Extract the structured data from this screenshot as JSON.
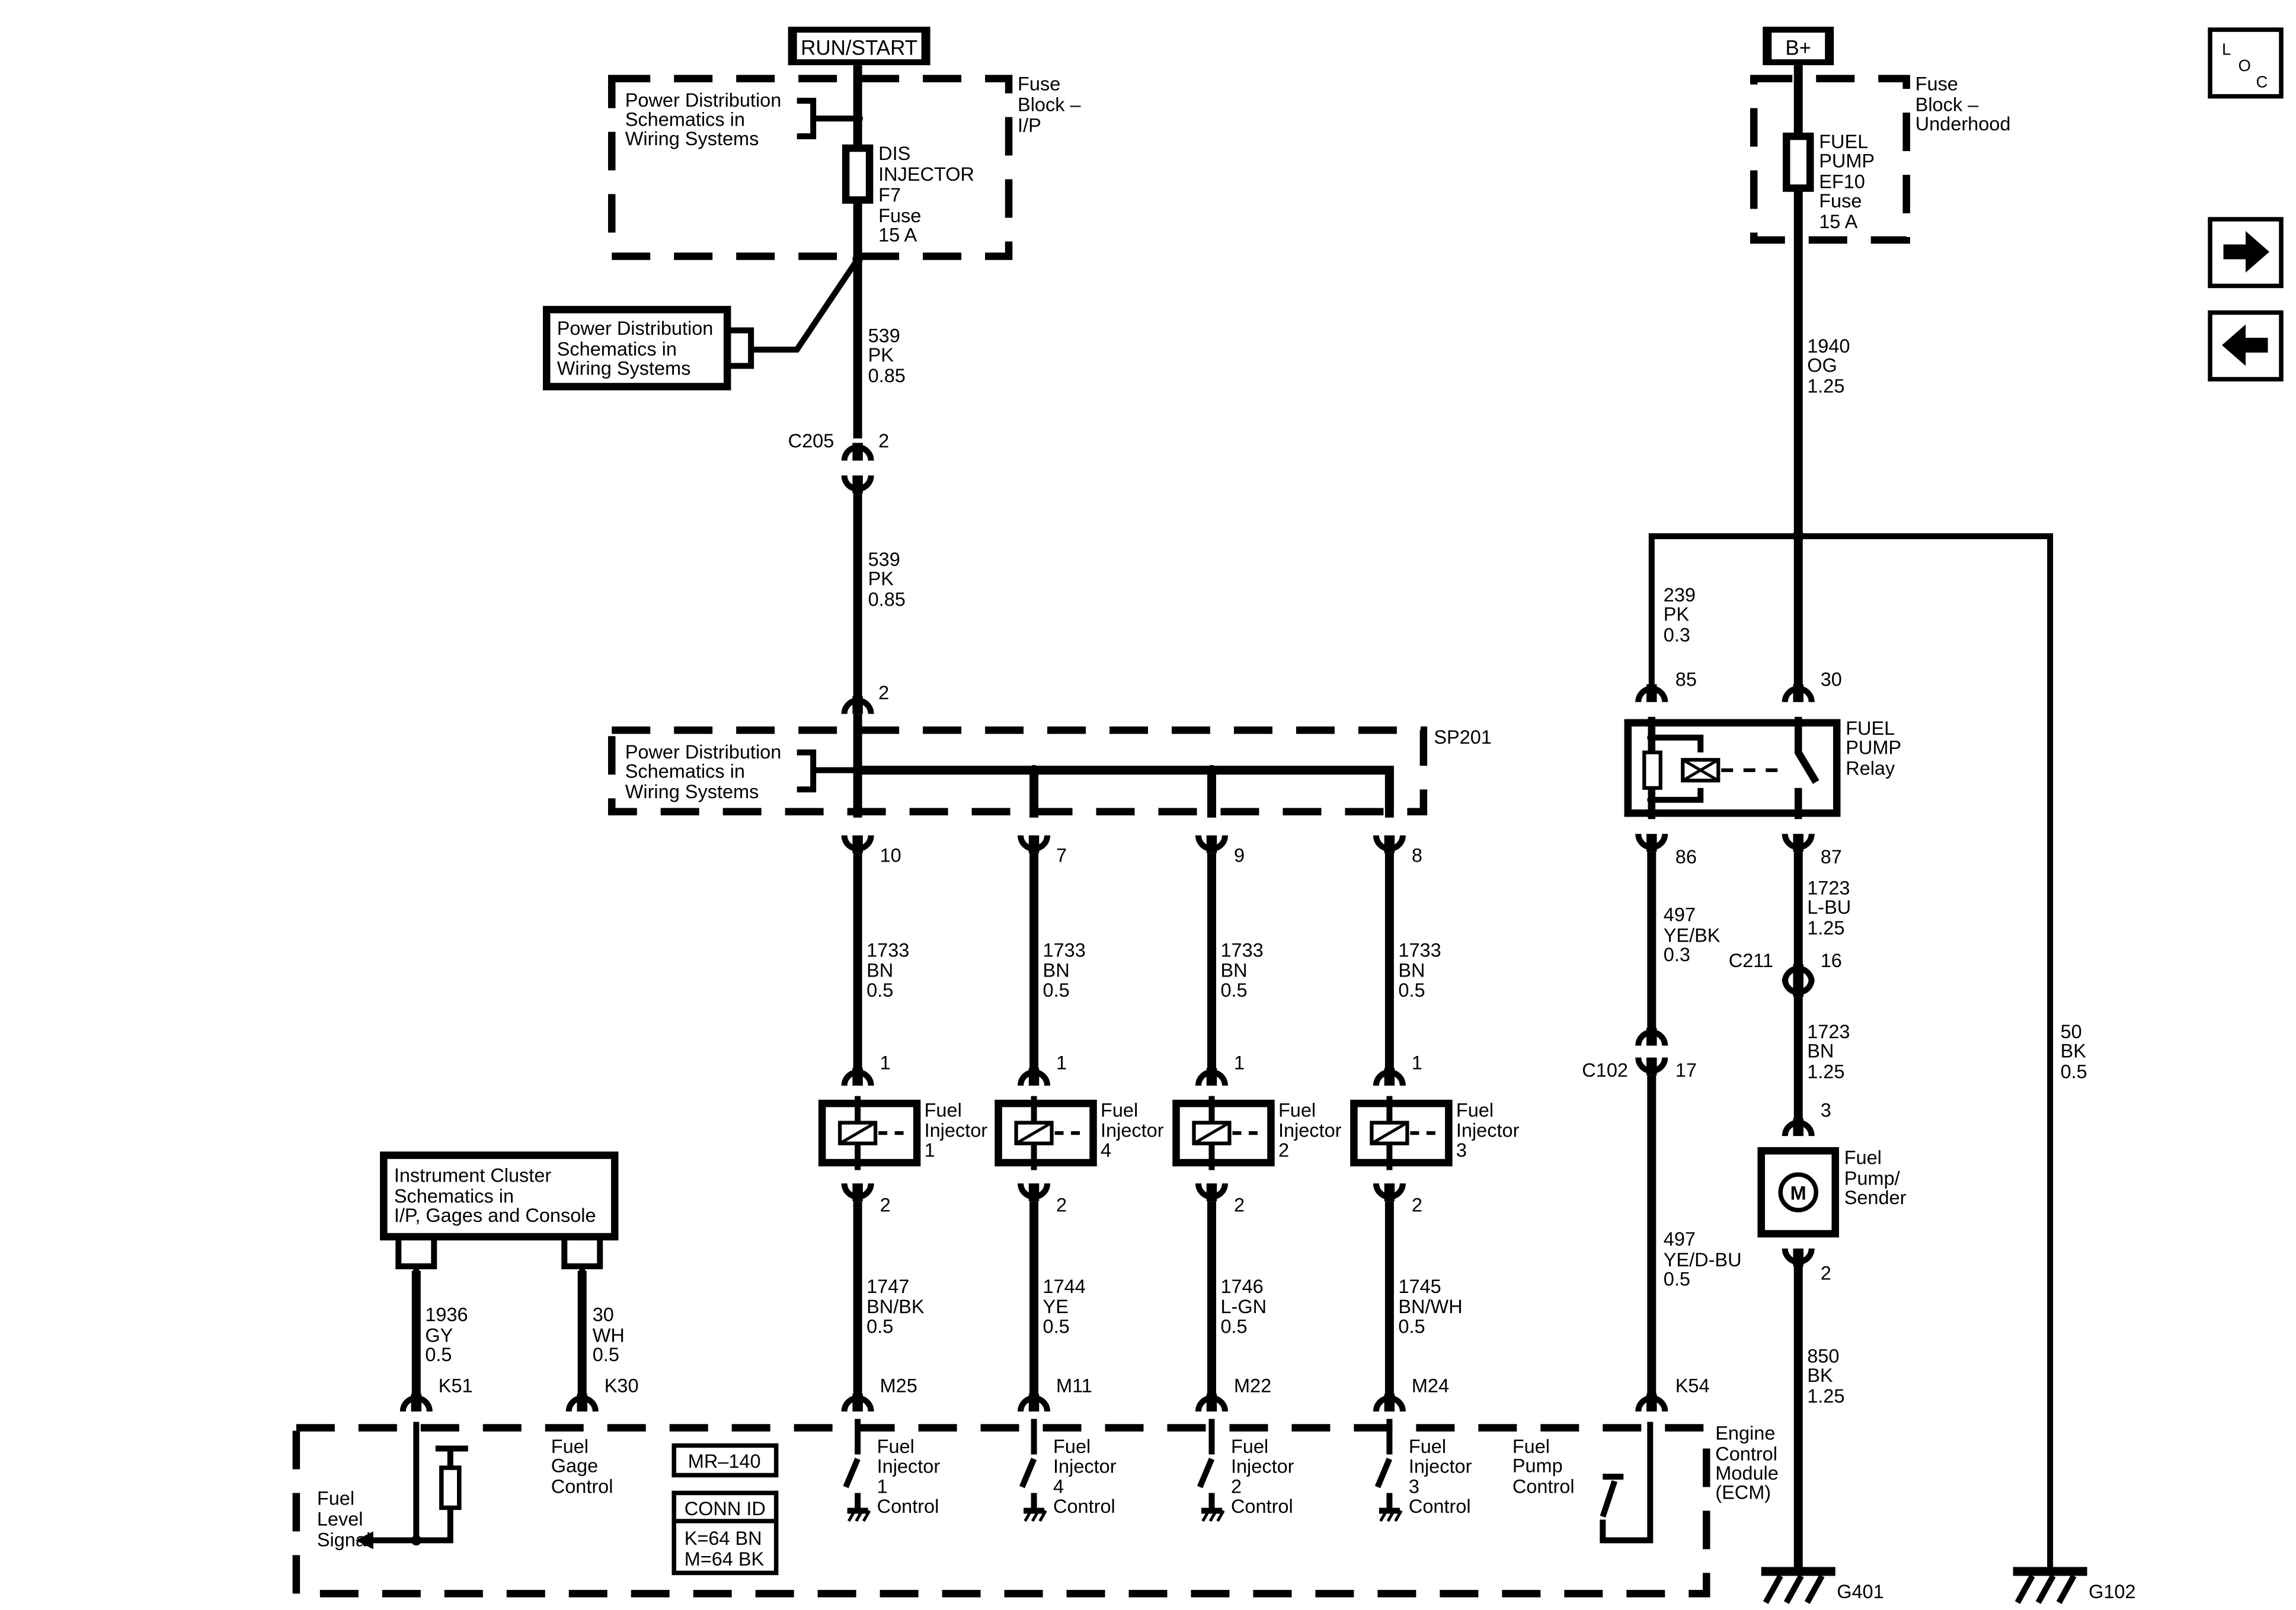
{
  "sources": {
    "run_start": "RUN/START",
    "bplus": "B+"
  },
  "nav": {
    "loc": [
      "L",
      "O",
      "C"
    ]
  },
  "fuse_ip": {
    "block": [
      "Fuse",
      "Block –",
      "I/P"
    ],
    "pd": [
      "Power Distribution",
      "Schematics in",
      "Wiring Systems"
    ],
    "fuse": [
      "DIS",
      "INJECTOR",
      "F7",
      "Fuse",
      "15 A"
    ]
  },
  "pd_box": [
    "Power Distribution",
    "Schematics in",
    "Wiring Systems"
  ],
  "fuse_uh": {
    "block": [
      "Fuse",
      "Block –",
      "Underhood"
    ],
    "fuse": [
      "FUEL",
      "PUMP",
      "EF10",
      "Fuse",
      "15 A"
    ]
  },
  "wire_539_a": [
    "539",
    "PK",
    "0.85"
  ],
  "wire_539_b": [
    "539",
    "PK",
    "0.85"
  ],
  "c205": {
    "name": "C205",
    "pin_top": "2",
    "pin_bottom": "2"
  },
  "sp201": {
    "name": "SP201",
    "pd": [
      "Power Distribution",
      "Schematics in",
      "Wiring Systems"
    ]
  },
  "injector_columns": [
    {
      "pin_top": "10",
      "wire_top": [
        "1733",
        "BN",
        "0.5"
      ],
      "label": [
        "Fuel",
        "Injector",
        "1"
      ],
      "pin1": "1",
      "pin2": "2",
      "wire_bot": [
        "1747",
        "BN/BK",
        "0.5"
      ],
      "ecm_pin": "M25",
      "ecm_label": [
        "Fuel",
        "Injector",
        "1",
        "Control"
      ]
    },
    {
      "pin_top": "7",
      "wire_top": [
        "1733",
        "BN",
        "0.5"
      ],
      "label": [
        "Fuel",
        "Injector",
        "4"
      ],
      "pin1": "1",
      "pin2": "2",
      "wire_bot": [
        "1744",
        "YE",
        "0.5"
      ],
      "ecm_pin": "M11",
      "ecm_label": [
        "Fuel",
        "Injector",
        "4",
        "Control"
      ]
    },
    {
      "pin_top": "9",
      "wire_top": [
        "1733",
        "BN",
        "0.5"
      ],
      "label": [
        "Fuel",
        "Injector",
        "2"
      ],
      "pin1": "1",
      "pin2": "2",
      "wire_bot": [
        "1746",
        "L-GN",
        "0.5"
      ],
      "ecm_pin": "M22",
      "ecm_label": [
        "Fuel",
        "Injector",
        "2",
        "Control"
      ]
    },
    {
      "pin_top": "8",
      "wire_top": [
        "1733",
        "BN",
        "0.5"
      ],
      "label": [
        "Fuel",
        "Injector",
        "3"
      ],
      "pin1": "1",
      "pin2": "2",
      "wire_bot": [
        "1745",
        "BN/WH",
        "0.5"
      ],
      "ecm_pin": "M24",
      "ecm_label": [
        "Fuel",
        "Injector",
        "3",
        "Control"
      ]
    }
  ],
  "wire_1940": [
    "1940",
    "OG",
    "1.25"
  ],
  "wire_239": [
    "239",
    "PK",
    "0.3"
  ],
  "relay": {
    "label": [
      "FUEL",
      "PUMP",
      "Relay"
    ],
    "pin85": "85",
    "pin30": "30",
    "pin86": "86",
    "pin87": "87"
  },
  "wire_497_a": [
    "497",
    "YE/BK",
    "0.3"
  ],
  "wire_1723_a": [
    "1723",
    "L-BU",
    "1.25"
  ],
  "c211": {
    "name": "C211",
    "pin": "16"
  },
  "wire_1723_b": [
    "1723",
    "BN",
    "1.25"
  ],
  "c102": {
    "name": "C102",
    "pin": "17"
  },
  "pump": {
    "pin_top": "3",
    "pin_bottom": "2",
    "label": [
      "Fuel",
      "Pump/",
      "Sender"
    ],
    "symbol": "M"
  },
  "wire_497_b": [
    "497",
    "YE/D-BU",
    "0.5"
  ],
  "wire_850": [
    "850",
    "BK",
    "1.25"
  ],
  "wire_50": [
    "50",
    "BK",
    "0.5"
  ],
  "ecm": {
    "name": [
      "Engine",
      "Control",
      "Module",
      "(ECM)"
    ],
    "pin_k54": "K54",
    "pump_ctrl": [
      "Fuel",
      "Pump",
      "Control"
    ],
    "fuel_level": [
      "Fuel",
      "Level",
      "Signal"
    ],
    "fuel_gage": [
      "Fuel",
      "Gage",
      "Control"
    ],
    "pin_k51": "K51",
    "pin_k30": "K30",
    "mr": "MR–140",
    "conn_title": "CONN ID",
    "conn_lines": [
      "K=64 BN",
      "M=64 BK"
    ]
  },
  "ic_box": [
    "Instrument Cluster",
    "Schematics in",
    "I/P, Gages and Console"
  ],
  "wire_1936": [
    "1936",
    "GY",
    "0.5"
  ],
  "wire_30": [
    "30",
    "WH",
    "0.5"
  ],
  "grounds": {
    "g401": "G401",
    "g102": "G102"
  }
}
